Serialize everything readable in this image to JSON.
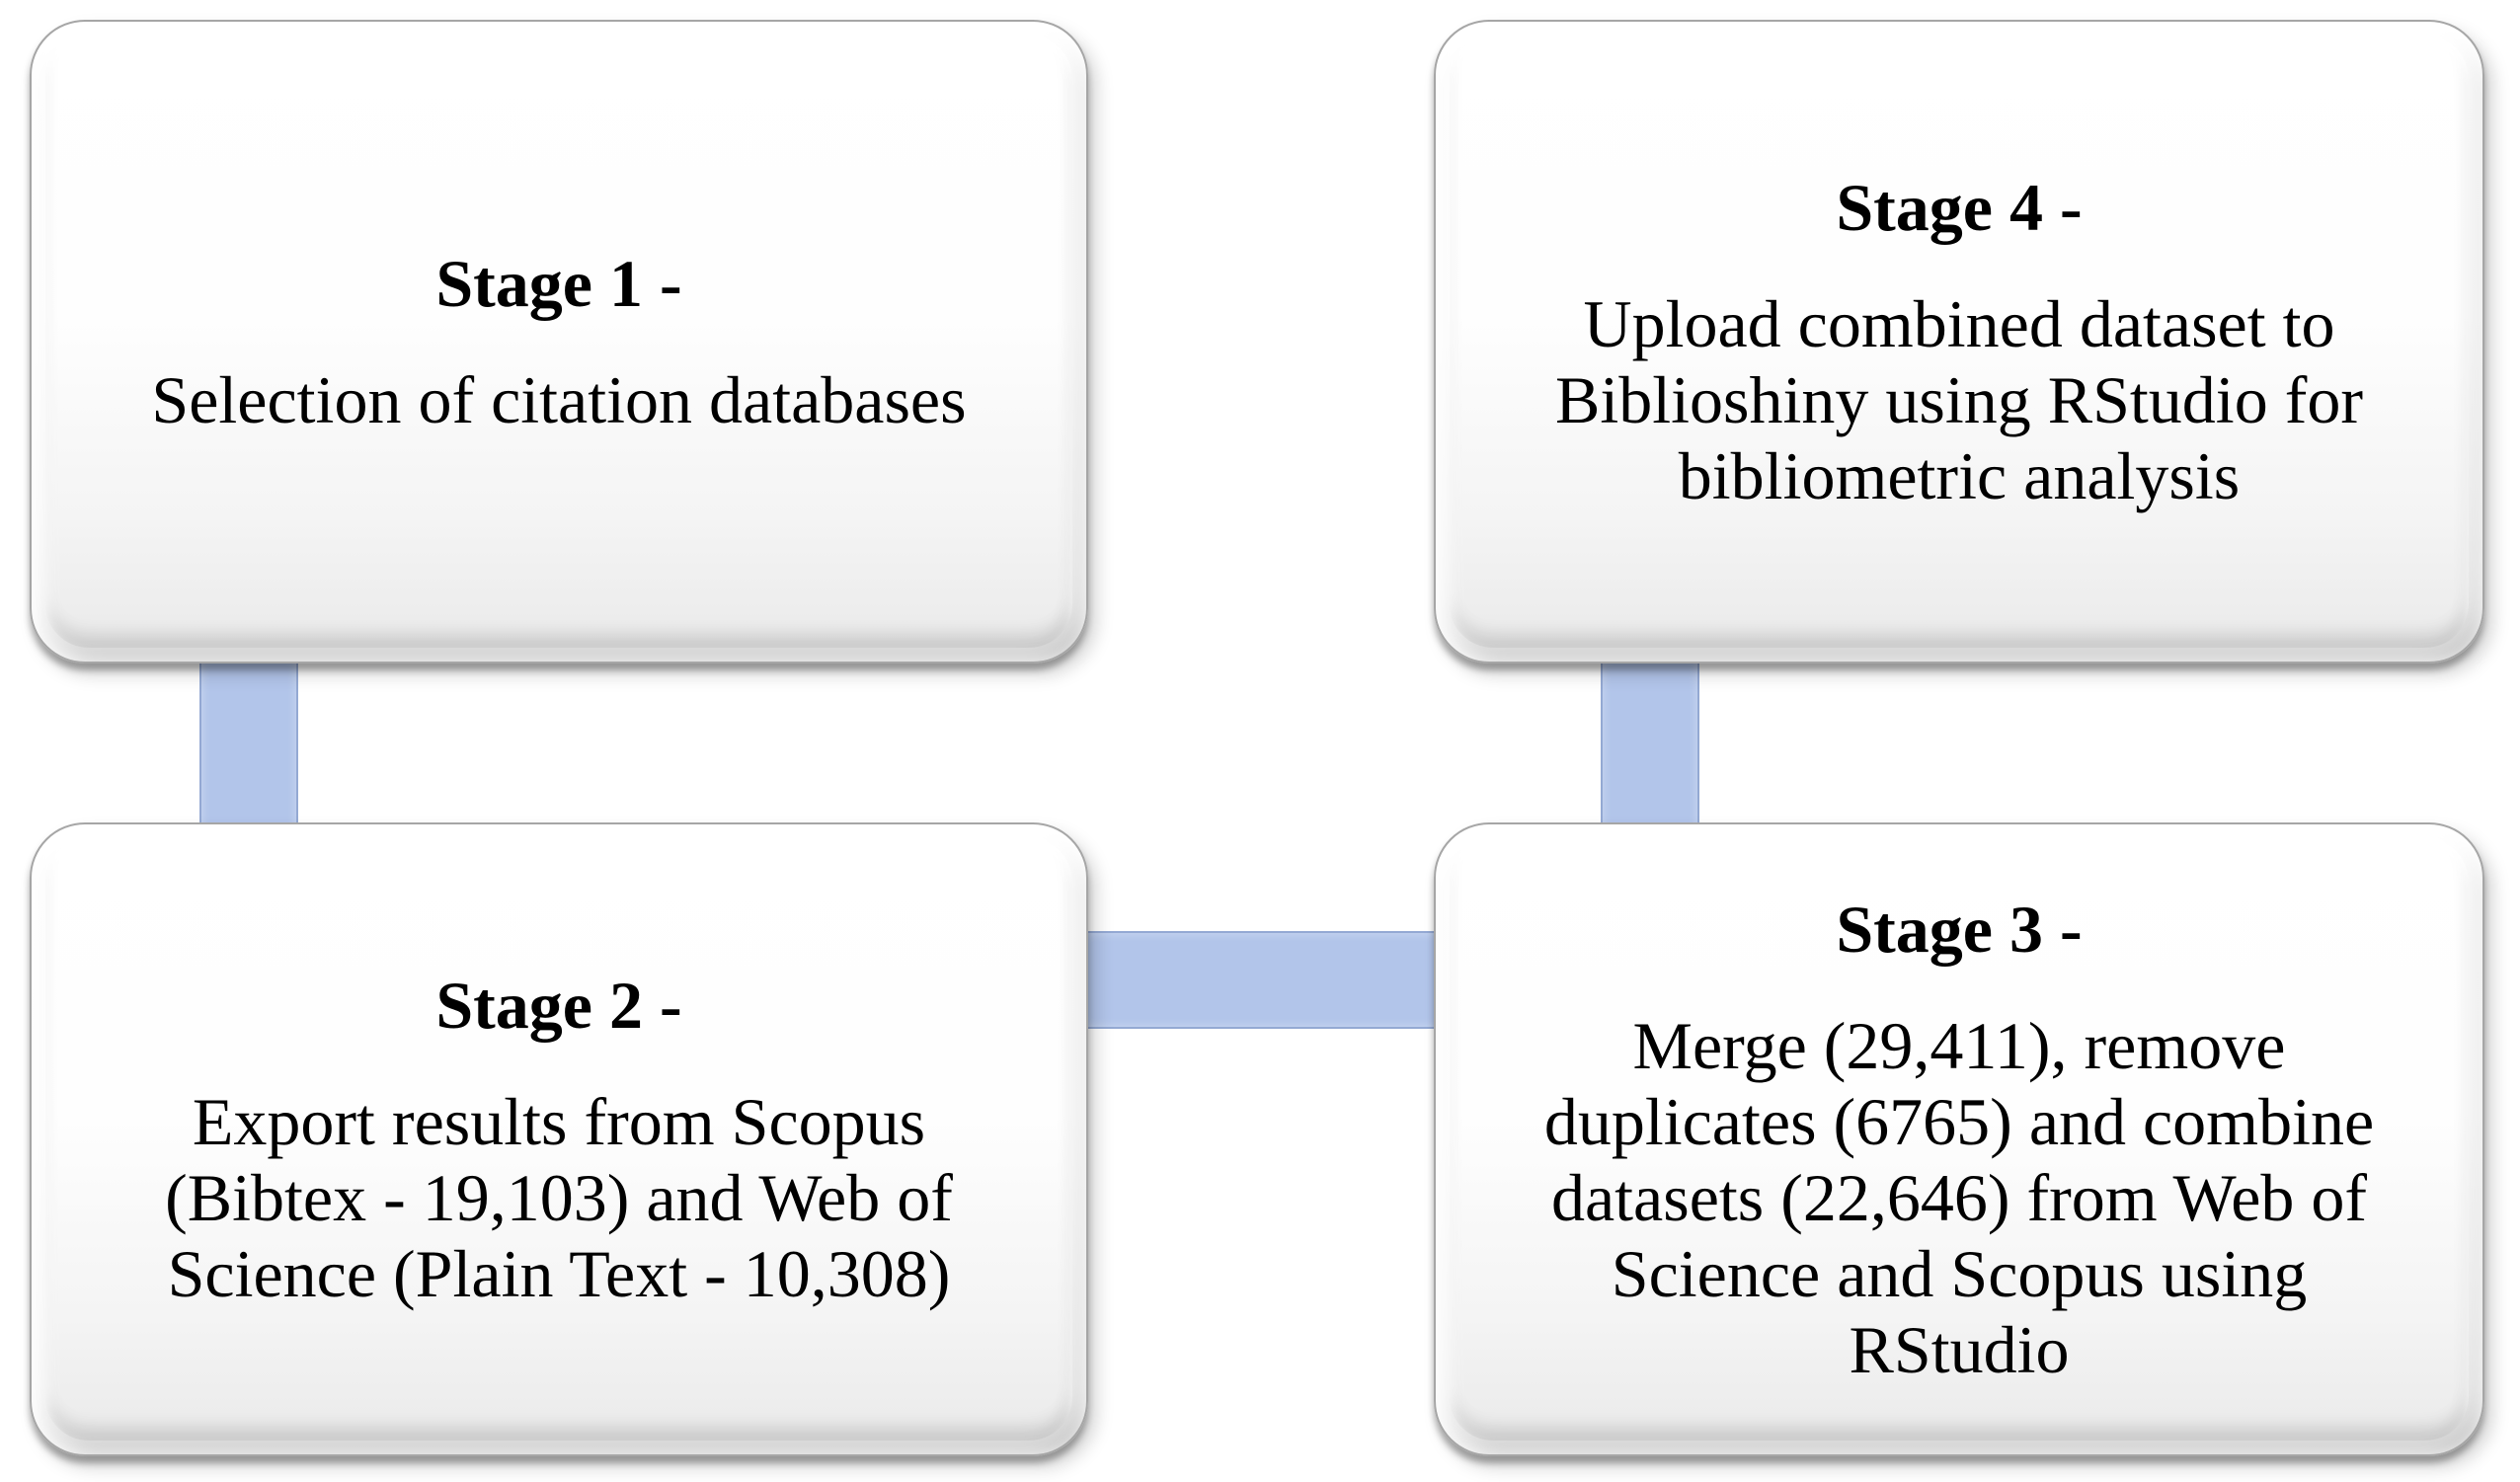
{
  "diagram": {
    "background_color": "#ffffff",
    "text_color": "#000000",
    "box_style": {
      "fill_top": "#ffffff",
      "fill_bottom": "#e9e9e9",
      "border_color": "#a6a6a6"
    },
    "connector_style": {
      "fill": "#b2c5ea",
      "edge": "#7c92c0"
    },
    "stages": [
      {
        "id": "stage-1",
        "title": "Stage 1 -",
        "body_lines": [
          "Selection of citation databases"
        ]
      },
      {
        "id": "stage-2",
        "title": "Stage 2 -",
        "body_lines": [
          "Export results from Scopus",
          "(Bibtex - 19,103) and Web of",
          "Science (Plain Text - 10,308)"
        ]
      },
      {
        "id": "stage-3",
        "title": "Stage 3 -",
        "body_lines": [
          "Merge (29,411), remove",
          "duplicates (6765) and combine",
          "datasets (22,646) from Web of",
          "Science and Scopus using",
          "RStudio"
        ]
      },
      {
        "id": "stage-4",
        "title": "Stage 4 -",
        "body_lines": [
          "Upload combined dataset to",
          "Biblioshiny using RStudio for",
          "bibliometric analysis"
        ]
      }
    ],
    "connectors": [
      {
        "id": "connector-left-vertical",
        "from": "stage-1",
        "to": "stage-2",
        "orientation": "vertical"
      },
      {
        "id": "connector-horizontal",
        "from": "stage-2",
        "to": "stage-3",
        "orientation": "horizontal"
      },
      {
        "id": "connector-right-vertical",
        "from": "stage-3",
        "to": "stage-4",
        "orientation": "vertical"
      }
    ]
  }
}
